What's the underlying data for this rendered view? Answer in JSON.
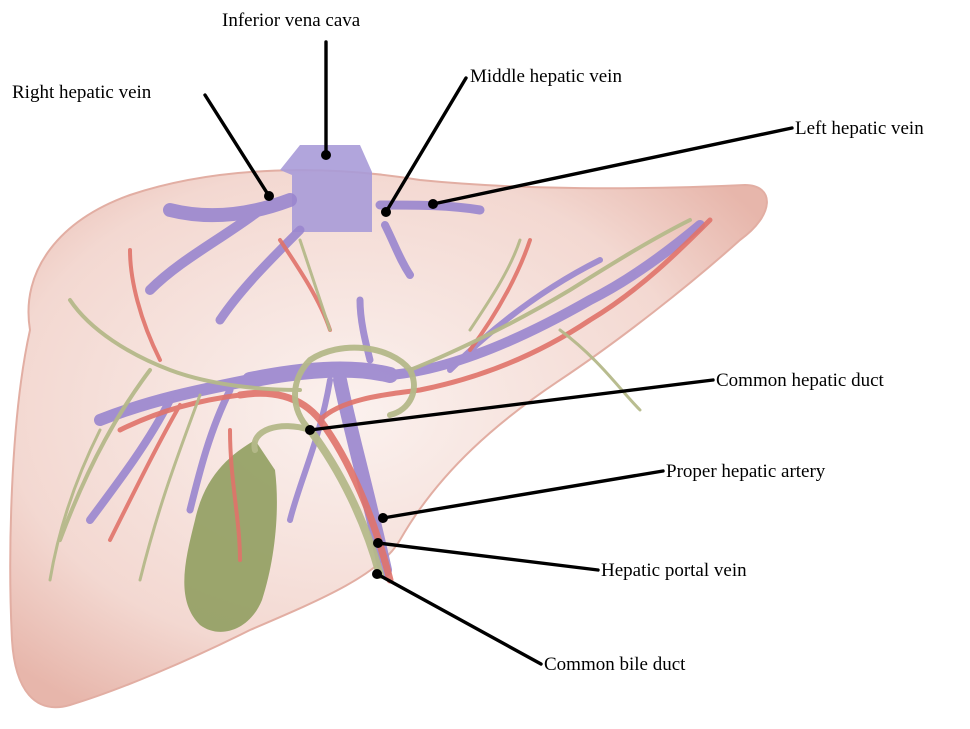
{
  "labels": {
    "inferior_vena_cava": "Inferior vena cava",
    "right_hepatic_vein": "Right hepatic vein",
    "middle_hepatic_vein": "Middle hepatic vein",
    "left_hepatic_vein": "Left hepatic vein",
    "common_hepatic_duct": "Common hepatic duct",
    "proper_hepatic_artery": "Proper hepatic artery",
    "hepatic_portal_vein": "Hepatic portal vein",
    "common_bile_duct": "Common bile duct"
  },
  "colors": {
    "liver": "#f3d6cf",
    "liver_edge": "#e7b6ab",
    "vein": "#9a86cf",
    "artery": "#e0736a",
    "duct": "#b5b98a",
    "gallbladder": "#93a063",
    "leader": "#000000"
  }
}
